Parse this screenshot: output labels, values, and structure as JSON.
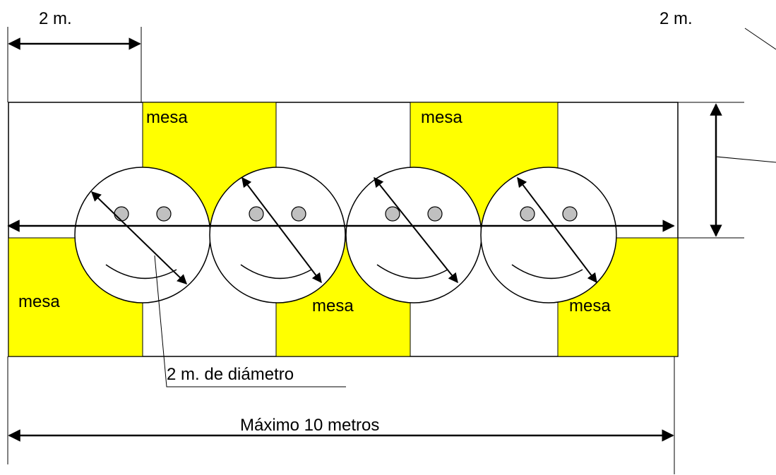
{
  "labels": {
    "top_left_dim": "2 m.",
    "top_right_dim": "2 m.",
    "table": "mesa",
    "diameter": "2 m. de diámetro",
    "max_length": "Máximo 10 metros"
  },
  "tables": [
    {
      "id": "mesa-top-1",
      "position": "top"
    },
    {
      "id": "mesa-top-2",
      "position": "top"
    },
    {
      "id": "mesa-bottom-1",
      "position": "bottom"
    },
    {
      "id": "mesa-bottom-2",
      "position": "bottom"
    },
    {
      "id": "mesa-bottom-3",
      "position": "bottom"
    }
  ],
  "faces_count": 4,
  "colors": {
    "table_fill": "#ffff00",
    "eye_fill": "#c0c0c0",
    "line": "#000000",
    "background": "#ffffff"
  }
}
